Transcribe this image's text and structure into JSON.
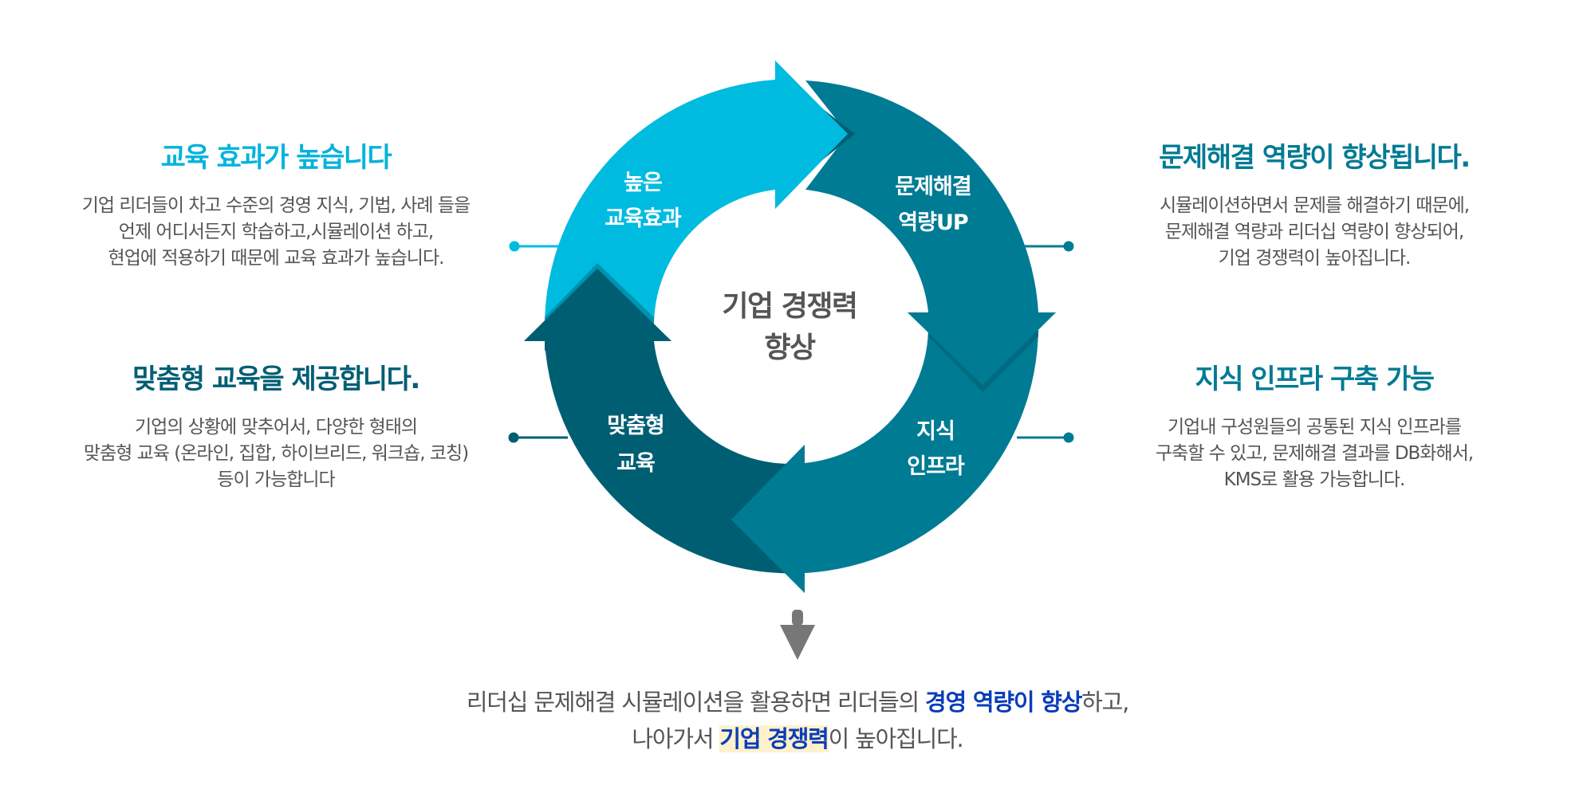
{
  "colors": {
    "cyan": "#00BBE0",
    "teal": "#007B94",
    "dark_teal": "#005E73",
    "shadow": "#005566",
    "text_gray": "#555555",
    "accent_blue": "#0A3DBA",
    "highlight_bg": "#FFF1CC",
    "arrow_gray": "#777777"
  },
  "cycle": {
    "center_line1": "기업 경쟁력",
    "center_line2": "향상",
    "segments": [
      {
        "key": "education-effect",
        "line1": "높은",
        "line2": "교육효과"
      },
      {
        "key": "problem-solving",
        "line1": "문제해결",
        "line2": "역량UP"
      },
      {
        "key": "knowledge-infra",
        "line1": "지식",
        "line2": "인프라"
      },
      {
        "key": "custom-education",
        "line1": "맞춤형",
        "line2": "교육"
      }
    ]
  },
  "blocks": {
    "top_left": {
      "title": "교육 효과가 높습니다",
      "lines": [
        "기업 리더들이 차고 수준의 경영 지식, 기법, 사례 들을",
        "언제 어디서든지 학습하고,시뮬레이션 하고,",
        "현업에 적용하기 때문에 교육 효과가 높습니다."
      ]
    },
    "bottom_left": {
      "title": "맞춤형 교육을 제공합니다.",
      "lines": [
        "기업의 상황에 맞추어서, 다양한 형태의",
        "맞춤형 교육 (온라인, 집합, 하이브리드, 워크숍, 코칭)",
        "등이 가능합니다"
      ]
    },
    "top_right": {
      "title": "문제해결 역량이 향상됩니다.",
      "lines": [
        "시뮬레이션하면서 문제를 해결하기 때문에,",
        "문제해결 역량과 리더십 역량이 향상되어,",
        "기업 경쟁력이 높아집니다."
      ]
    },
    "bottom_right": {
      "title": "지식 인프라 구축 가능",
      "lines": [
        "기업내 구성원들의 공통된 지식 인프라를",
        "구축할 수 있고, 문제해결 결과를 DB화해서,",
        "KMS로 활용 가능합니다."
      ]
    }
  },
  "summary": {
    "line1_pre": "리더십 문제해결 시뮬레이션을 활용하면 리더들의 ",
    "line1_highlight": "경영 역량이 향상",
    "line1_post": "하고,",
    "line2_pre": "나아가서 ",
    "line2_highlight": "기업 경쟁력",
    "line2_post": "이 높아집니다."
  }
}
